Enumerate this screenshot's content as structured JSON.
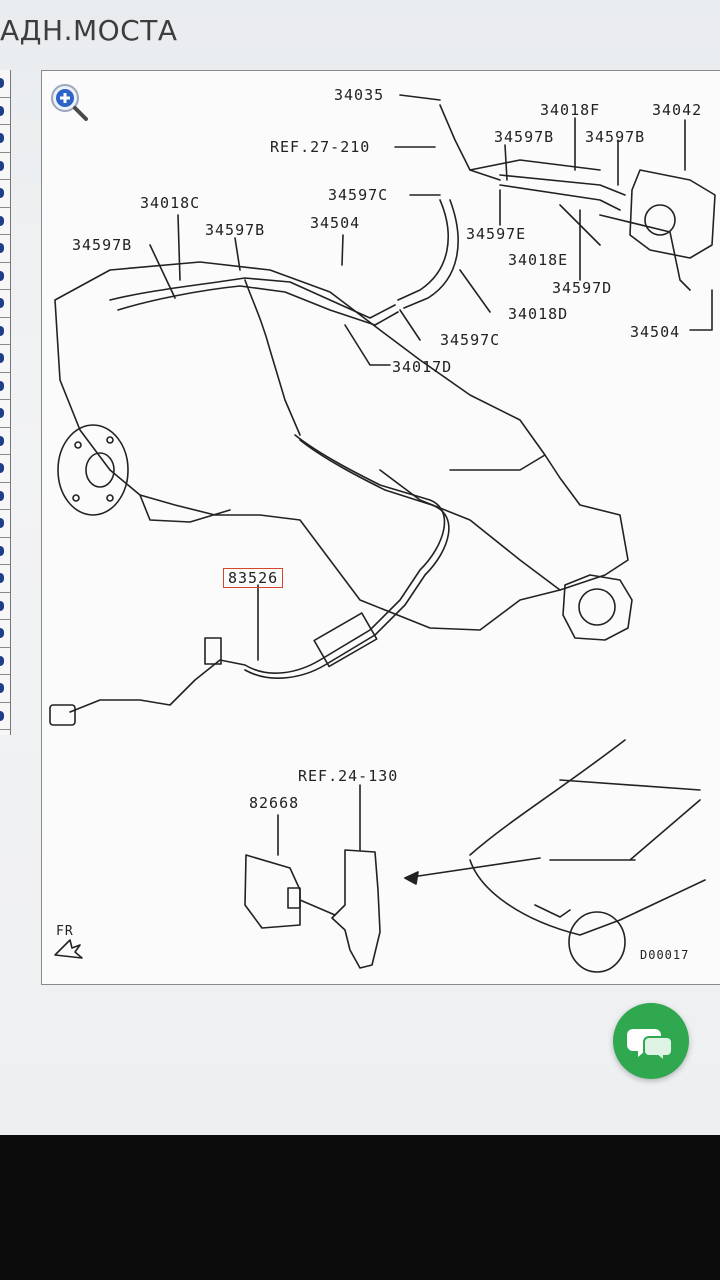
{
  "header": {
    "title": "АДН.МОСТА"
  },
  "sidebar": {
    "rows": 24
  },
  "diagram": {
    "code": "D00017",
    "direction": "FR",
    "highlighted_part": "83526",
    "labels": {
      "p34035": "34035",
      "ref27": "REF.27-210",
      "p34018F": "34018F",
      "p34042": "34042",
      "p34597B_a": "34597B",
      "p34597B_b": "34597B",
      "p34597C_a": "34597C",
      "p34018C": "34018C",
      "p34597B_c": "34597B",
      "p34504_a": "34504",
      "p34597B_d": "34597B",
      "p34597E": "34597E",
      "p34018E": "34018E",
      "p34597D": "34597D",
      "p34018D": "34018D",
      "p34504_b": "34504",
      "p34597C_b": "34597C",
      "p34017D": "34017D",
      "p82668": "82668",
      "ref24": "REF.24-130"
    }
  },
  "actions": {
    "zoom_icon": "magnify-plus-icon",
    "chat_icon": "chat-bubbles-icon"
  }
}
